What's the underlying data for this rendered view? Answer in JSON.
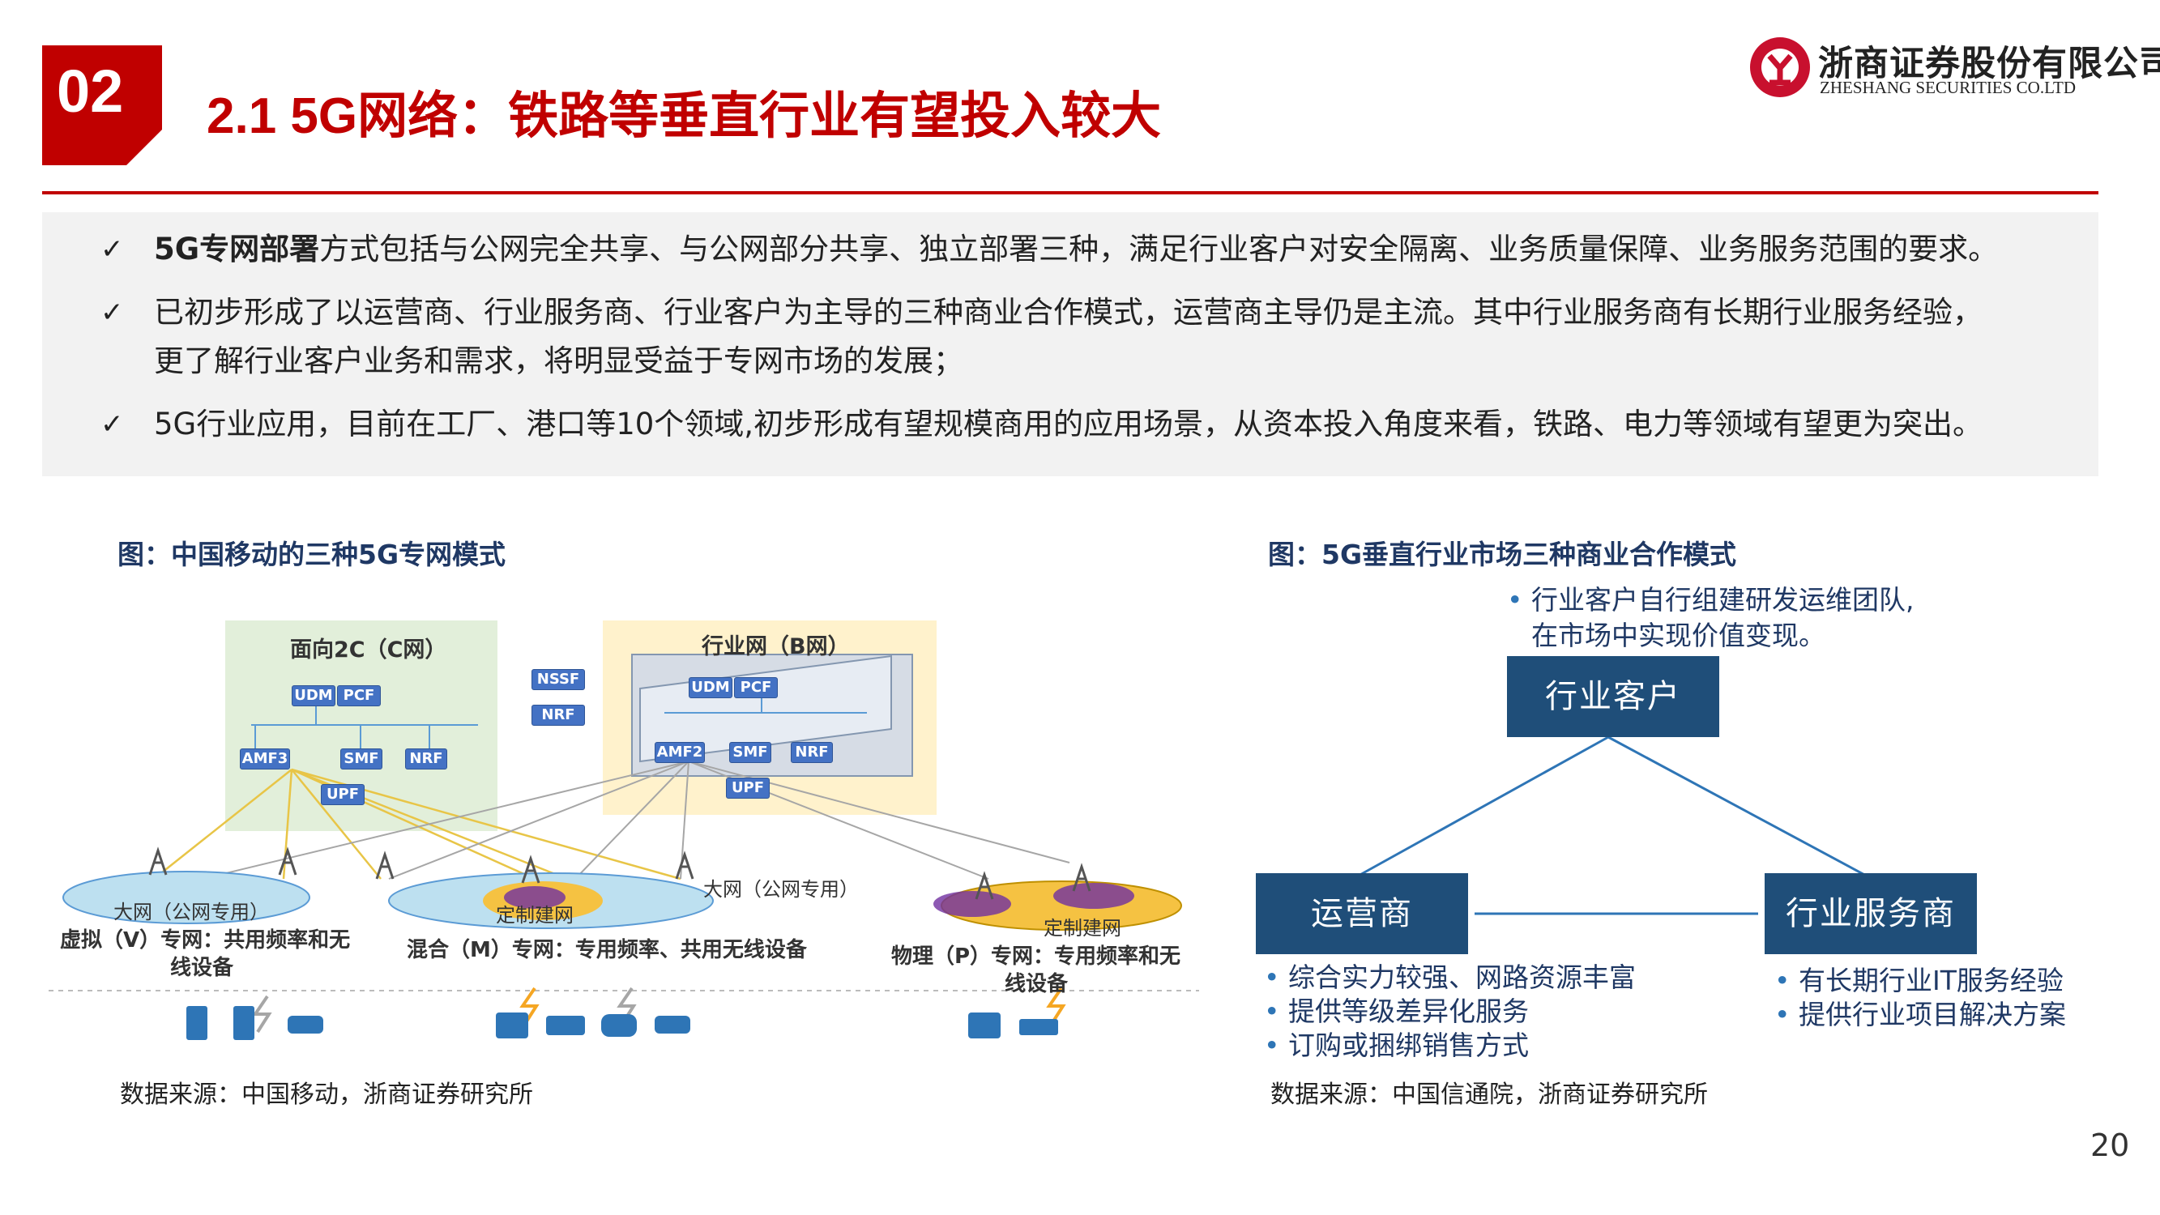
{
  "header": {
    "section_number": "02",
    "title": "2.1 5G网络：铁路等垂直行业有望投入较大",
    "logo_cn": "浙商证券股份有限公司",
    "logo_en": "ZHESHANG SECURITIES CO.LTD",
    "accent_color": "#c00000"
  },
  "bullets": {
    "b1_bold": "5G专网部署",
    "b1_rest": "方式包括与公网完全共享、与公网部分共享、独立部署三种，满足行业客户对安全隔离、业务质量保障、业务服务范围的要求。",
    "b2_line1": "已初步形成了以运营商、行业服务商、行业客户为主导的三种商业合作模式，运营商主导仍是主流。其中行业服务商有长期行业服务经验，",
    "b2_line2": "更了解行业客户业务和需求，将明显受益于专网市场的发展；",
    "b3": "5G行业应用，目前在工厂、港口等10个领域,初步形成有望规模商用的应用场景，从资本投入角度来看，铁路、电力等领域有望更为突出。",
    "check_icon": "check-icon"
  },
  "left_figure": {
    "caption": "图：中国移动的三种5G专网模式",
    "source": "数据来源：中国移动，浙商证券研究所",
    "c_net_title": "面向2C（C网）",
    "b_net_title": "行业网（B网）",
    "udm": "UDM",
    "pcf": "PCF",
    "amf3": "AMF3",
    "amf2": "AMF2",
    "smf": "SMF",
    "nrf": "NRF",
    "upf": "UPF",
    "nssf": "NSSF",
    "big_net_1": "大网（公网专用）",
    "big_net_2": "大网（公网专用）",
    "custom_net_1": "定制建网",
    "custom_net_2": "定制建网",
    "mode_v_1": "虚拟（V）专网：共用频率和无",
    "mode_v_2": "线设备",
    "mode_m": "混合（M）专网：专用频率、共用无线设备",
    "mode_p_1": "物理（P）专网：专用频率和无",
    "mode_p_2": "线设备"
  },
  "right_figure": {
    "caption": "图：5G垂直行业市场三种商业合作模式",
    "source": "数据来源：中国信通院，浙商证券研究所",
    "top_note_1": "行业客户自行组建研发运维团队,",
    "top_note_2": "在市场中实现价值变现。",
    "node_customer": "行业客户",
    "node_operator": "运营商",
    "node_service": "行业服务商",
    "operator_points": [
      "综合实力较强、网路资源丰富",
      "提供等级差异化服务",
      "订购或捆绑销售方式"
    ],
    "service_points": [
      "有长期行业IT服务经验",
      "提供行业项目解决方案"
    ],
    "node_color": "#1f4e79"
  },
  "page_number": "20"
}
